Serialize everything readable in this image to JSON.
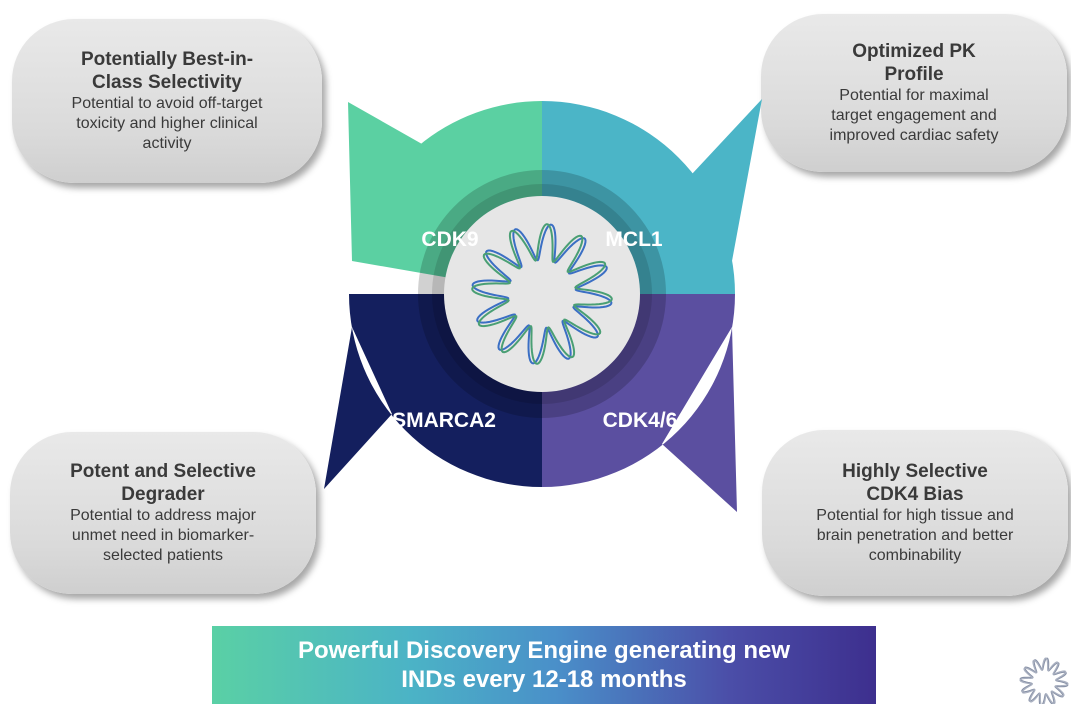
{
  "segments": {
    "top_left": {
      "label": "CDK9",
      "color": "#5bd0a2"
    },
    "top_right": {
      "label": "MCL1",
      "color": "#4bb5c7"
    },
    "bottom_left": {
      "label": "SMARCA2",
      "color": "#141f5e"
    },
    "bottom_right": {
      "label": "CDK4/6",
      "color": "#5b4fa0"
    }
  },
  "callouts": {
    "top_left": {
      "title_line1": "Potentially Best-in-",
      "title_line2": "Class Selectivity",
      "desc_line1": "Potential to avoid off-target",
      "desc_line2": "toxicity and higher clinical",
      "desc_line3": "activity"
    },
    "top_right": {
      "title_line1": "Optimized PK",
      "title_line2": "Profile",
      "desc_line1": "Potential for maximal",
      "desc_line2": "target engagement and",
      "desc_line3": "improved cardiac safety"
    },
    "bottom_left": {
      "title_line1": "Potent and Selective",
      "title_line2": "Degrader",
      "desc_line1": "Potential to address major",
      "desc_line2": "unmet need in biomarker-",
      "desc_line3": "selected patients"
    },
    "bottom_right": {
      "title_line1": "Highly Selective",
      "title_line2": "CDK4 Bias",
      "desc_line1": "Potential for high tissue and",
      "desc_line2": "brain penetration and better",
      "desc_line3": "combinability"
    }
  },
  "banner": {
    "line1": "Powerful Discovery Engine generating new",
    "line2": "INDs every 12-18 months"
  },
  "icons": {
    "center": "dna-ring-icon",
    "corner": "dna-ring-logo-icon"
  }
}
